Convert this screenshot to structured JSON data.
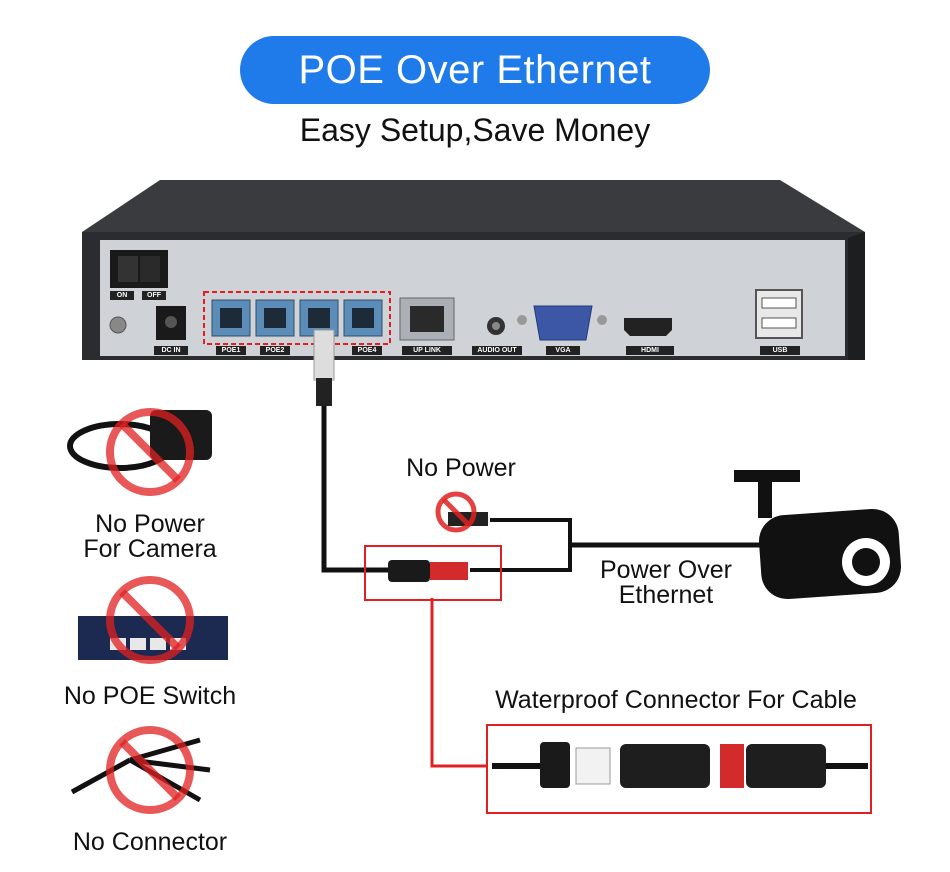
{
  "header": {
    "title": "POE Over Ethernet",
    "subtitle": "Easy Setup,Save Money"
  },
  "nvr": {
    "switch_labels": [
      "ON",
      "OFF"
    ],
    "port_labels": [
      "DC IN",
      "POE1",
      "POE2",
      "POE4",
      "UP LINK",
      "AUDIO OUT",
      "VGA",
      "HDMI",
      "USB"
    ]
  },
  "left_items": [
    {
      "label_lines": [
        "No Power",
        "For Camera"
      ]
    },
    {
      "label_lines": [
        "No POE Switch"
      ]
    },
    {
      "label_lines": [
        "No Connector"
      ]
    }
  ],
  "labels": {
    "no_power": "No Power",
    "power_over_ethernet": [
      "Power Over",
      "Ethernet"
    ],
    "waterproof": "Waterproof Connector For Cable"
  },
  "colors": {
    "accent": "#1f7bea",
    "highlight": "#e02020",
    "nvr_body": "#2b2c2f",
    "nvr_panel": "#cfd3d8"
  }
}
